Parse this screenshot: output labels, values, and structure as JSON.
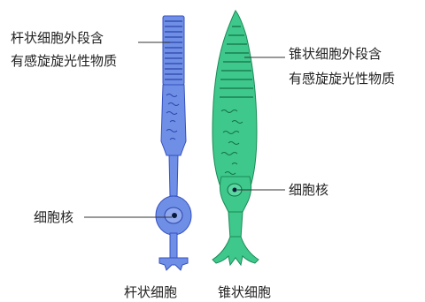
{
  "colors": {
    "rod_fill": "#6f8fe6",
    "rod_stroke": "#3550c0",
    "rod_detail": "#2c45a8",
    "cone_fill": "#3fc88c",
    "cone_stroke": "#1a8a55",
    "cone_detail": "#137046",
    "nucleus": "#0a1a3a",
    "leader": "#333333"
  },
  "labels": {
    "rod_outer": [
      "杆状细胞外段含",
      "有感旋旋光性物质"
    ],
    "cone_outer": [
      "锥状细胞外段含",
      "有感旋旋光性物质"
    ],
    "rod_nucleus": "细胞核",
    "cone_nucleus": "细胞核"
  },
  "captions": {
    "rod": "杆状细胞",
    "cone": "锥状细胞"
  }
}
